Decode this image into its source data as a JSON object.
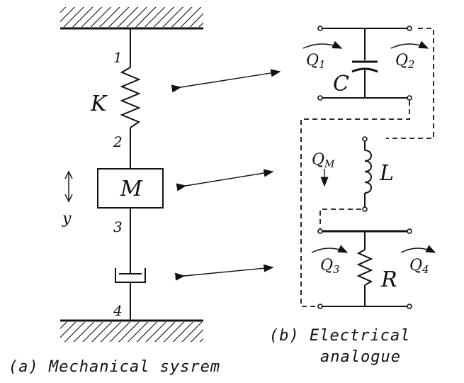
{
  "mechanical": {
    "caption": "(a) Mechanical sysrem",
    "spring_label": "K",
    "mass_label": "M",
    "displacement_label": "y",
    "node_labels": [
      "1",
      "2",
      "3",
      "4"
    ]
  },
  "electrical": {
    "caption_line1": "(b) Electrical",
    "caption_line2": "analogue",
    "capacitor_label": "C",
    "inductor_label": "L",
    "resistor_label": "R",
    "flows": {
      "q1": {
        "base": "Q",
        "sub": "1"
      },
      "q2": {
        "base": "Q",
        "sub": "2"
      },
      "qm": {
        "base": "Q",
        "sub": "M"
      },
      "q3": {
        "base": "Q",
        "sub": "3"
      },
      "q4": {
        "base": "Q",
        "sub": "4"
      }
    }
  }
}
